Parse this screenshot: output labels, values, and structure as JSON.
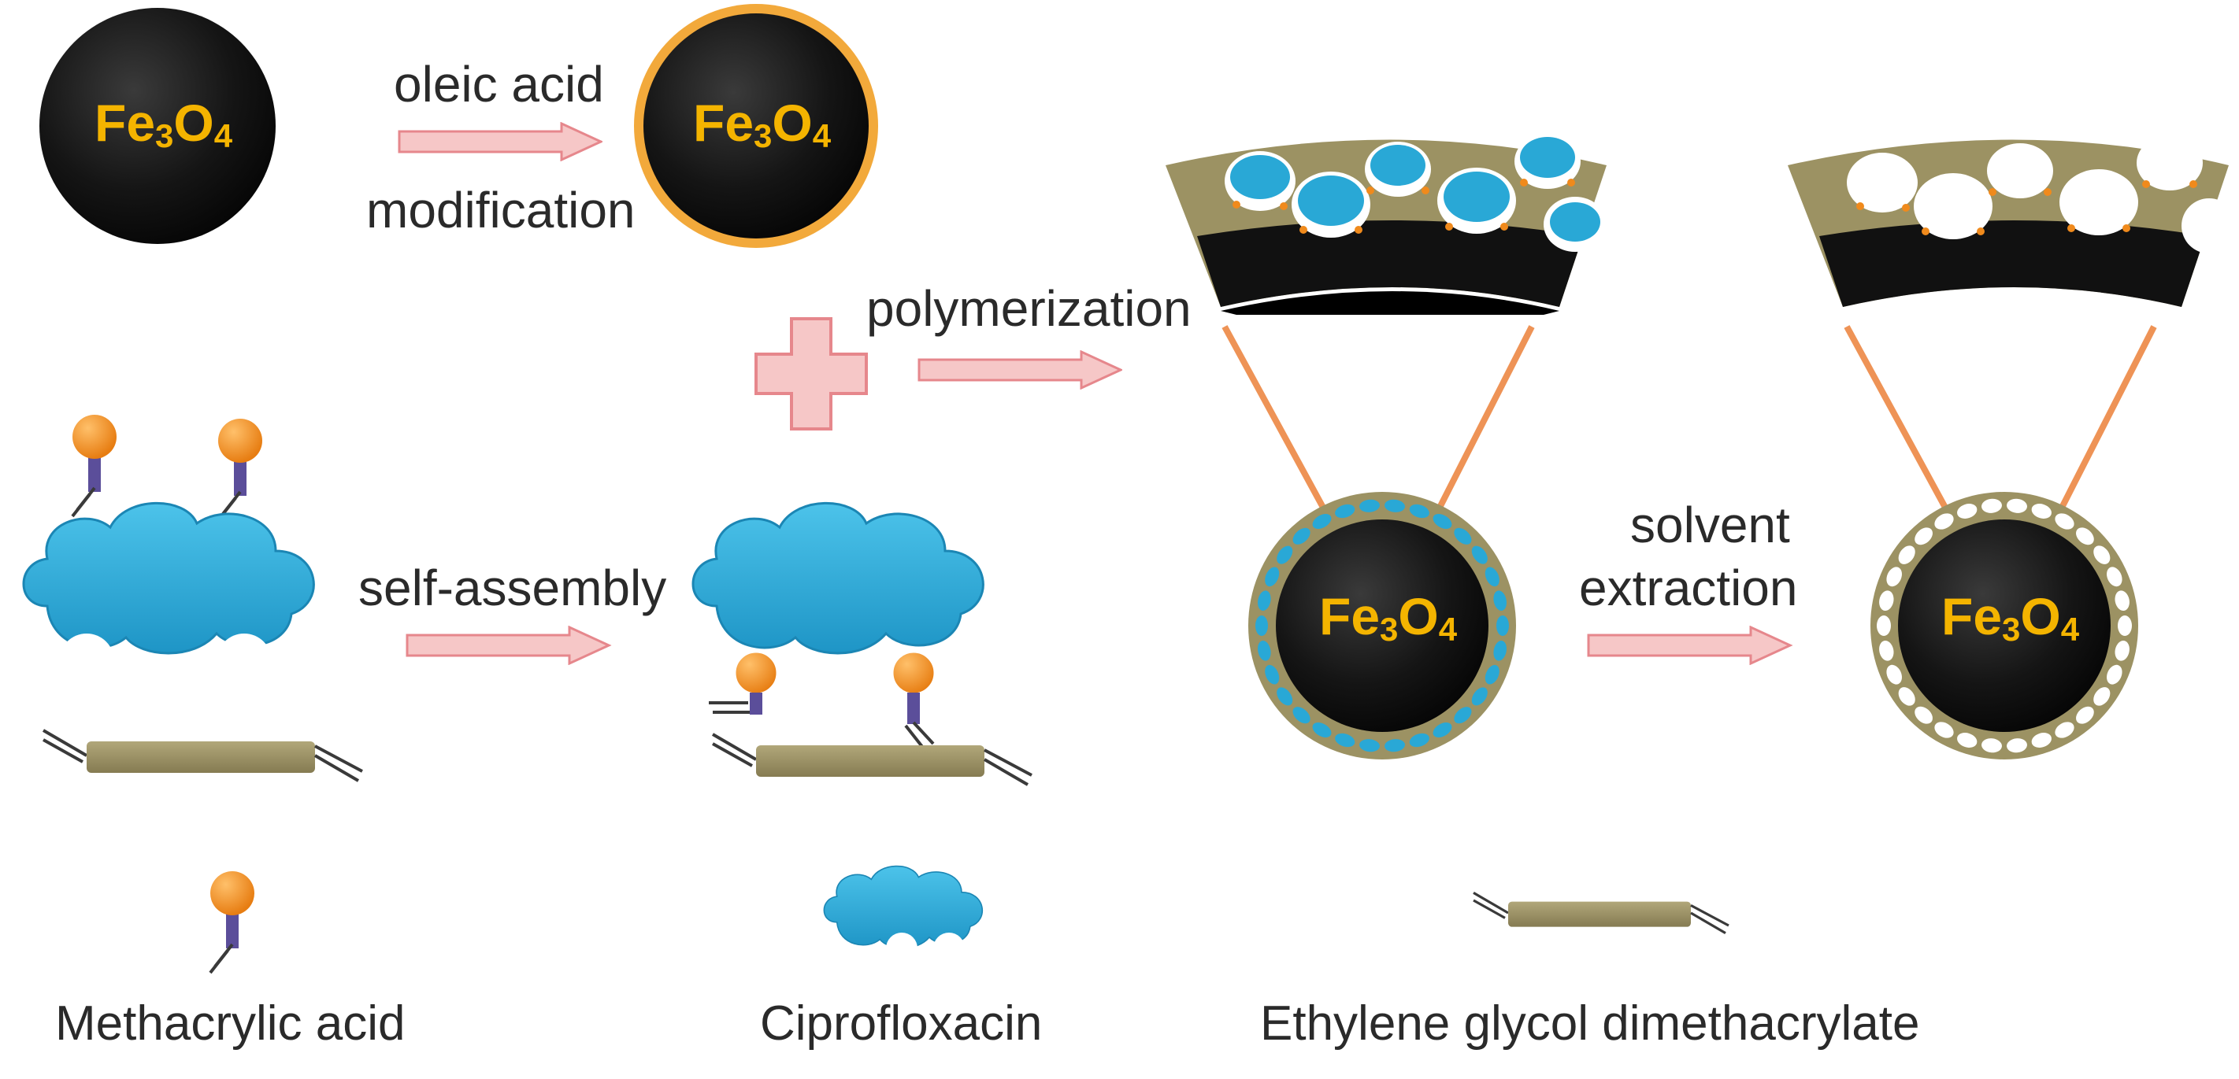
{
  "labels": {
    "oleic_acid": "oleic acid",
    "modification": "modification",
    "polymerization": "polymerization",
    "self_assembly": "self-assembly",
    "solvent": "solvent",
    "extraction": "extraction",
    "fe3o4": {
      "element1": "Fe",
      "sub1": "3",
      "element2": "O",
      "sub2": "4"
    }
  },
  "legend": {
    "methacrylic_acid": "Methacrylic acid",
    "ciprofloxacin": "Ciprofloxacin",
    "egdma": "Ethylene glycol dimethacrylate"
  },
  "colors": {
    "core": "#111111",
    "shell_ring": "#f2a93b",
    "polymer": "#9c9263",
    "template": "#29a8d6",
    "monomer_head": "#f08a1c",
    "monomer_stem": "#5b4e9a",
    "arrow_fill": "#f6c7c7",
    "arrow_stroke": "#e6878c",
    "connector": "#ee9356",
    "chem_text": "#f4b400"
  },
  "icons": [
    "arrow-right-icon",
    "plus-icon",
    "cloud-icon",
    "monomer-icon",
    "crosslinker-icon"
  ]
}
